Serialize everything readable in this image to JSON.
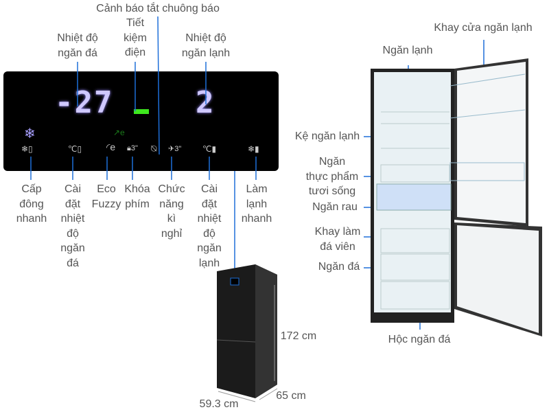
{
  "panel": {
    "freezer_temp": "-27",
    "fridge_temp": "2"
  },
  "top_labels": {
    "alarm_off": "Cảnh báo tắt chuông báo",
    "energy_saving": [
      "Tiết",
      "kiệm",
      "điện"
    ],
    "freezer_temp": [
      "Nhiệt độ",
      "ngăn đá"
    ],
    "fridge_temp": [
      "Nhiệt độ",
      "ngăn lạnh"
    ]
  },
  "bottom_labels": {
    "quick_freeze": [
      "Cấp",
      "đông",
      "nhanh"
    ],
    "freezer_setting": [
      "Cài",
      "đặt",
      "nhiệt",
      "độ",
      "ngăn",
      "đá"
    ],
    "eco_fuzzy": [
      "Eco",
      "Fuzzy"
    ],
    "key_lock": [
      "Khóa",
      "phím"
    ],
    "holiday": [
      "Chức",
      "năng",
      "kì",
      "nghỉ"
    ],
    "fridge_setting": [
      "Cài",
      "đặt",
      "nhiệt",
      "độ",
      "ngăn",
      "lạnh"
    ],
    "quick_cool": [
      "Làm",
      "lạnh",
      "nhanh"
    ]
  },
  "dimensions": {
    "height": "172 cm",
    "depth": "65 cm",
    "width": "59.3 cm"
  },
  "fridge_labels": {
    "fridge_compartment": "Ngăn lạnh",
    "door_tray": "Khay cửa ngăn lạnh",
    "shelf": "Kệ ngăn lạnh",
    "fresh_food": [
      "Ngăn",
      "thực phẩm",
      "tươi sống"
    ],
    "vegetable": "Ngăn rau",
    "ice_tray": [
      "Khay làm",
      "đá viên"
    ],
    "freezer": "Ngăn đá",
    "freezer_drawer": "Hộc ngăn đá"
  },
  "colors": {
    "line": "#1e6fd9",
    "panel": "#000000",
    "digits": "#cfc8ff",
    "eco": "#3ee81e"
  }
}
